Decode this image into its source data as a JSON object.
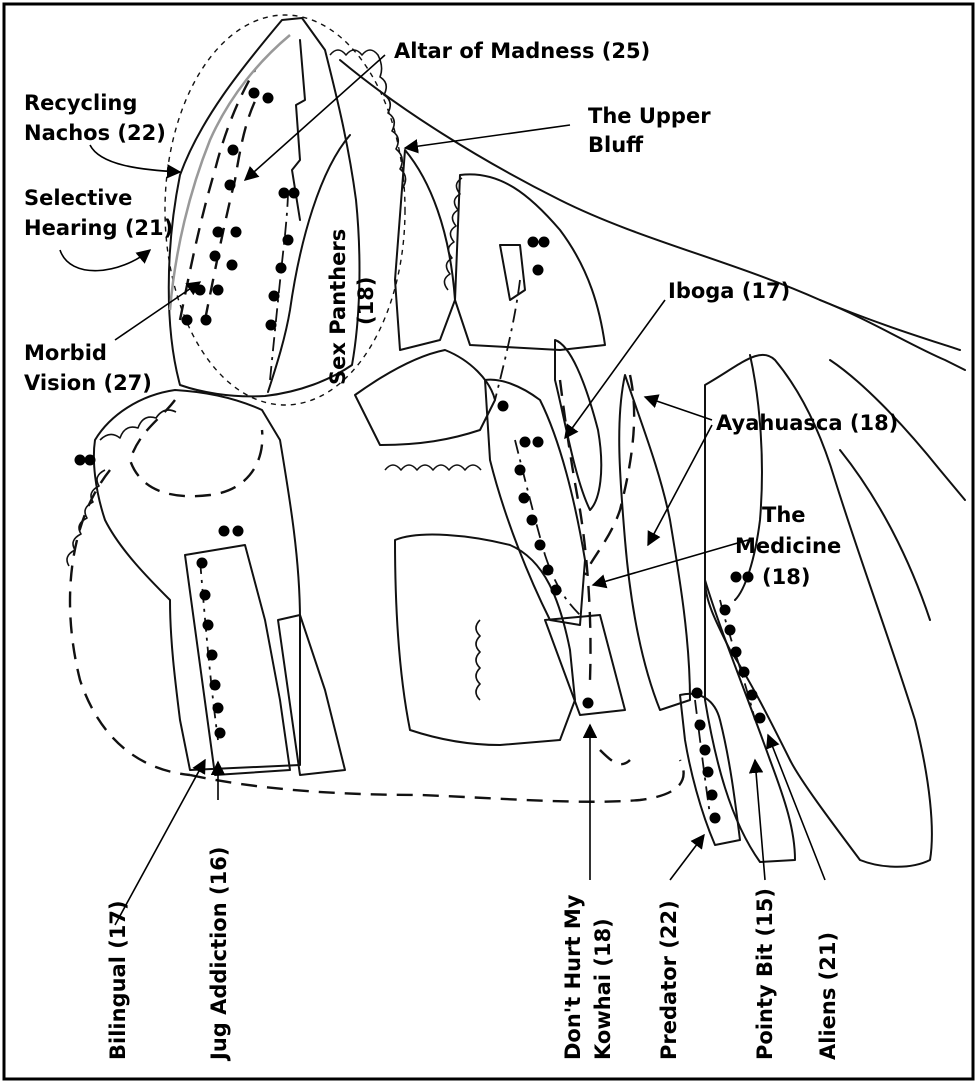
{
  "routes": [
    {
      "id": "altar-of-madness",
      "label": "Altar of Madness (25)"
    },
    {
      "id": "recycling-nachos",
      "label_lines": [
        "Recycling",
        "Nachos (22)"
      ]
    },
    {
      "id": "the-upper-bluff",
      "label_lines": [
        "The Upper",
        "Bluff"
      ]
    },
    {
      "id": "selective-hearing",
      "label_lines": [
        "Selective",
        "Hearing (21)"
      ]
    },
    {
      "id": "sex-panthers",
      "label_lines": [
        "Sex Panthers",
        "(18)"
      ]
    },
    {
      "id": "iboga",
      "label": "Iboga (17)"
    },
    {
      "id": "morbid-vision",
      "label_lines": [
        "Morbid",
        "Vision (27)"
      ]
    },
    {
      "id": "ayahuasca",
      "label": "Ayahuasca (18)"
    },
    {
      "id": "the-medicine",
      "label_lines": [
        "The",
        "Medicine",
        "(18)"
      ]
    },
    {
      "id": "bilingual",
      "label": "Bilingual (17)"
    },
    {
      "id": "jug-addiction",
      "label": "Jug Addiction (16)"
    },
    {
      "id": "dont-hurt-my-kowhai",
      "label_lines": [
        "Don't Hurt My",
        "Kowhai (18)"
      ]
    },
    {
      "id": "predator",
      "label": "Predator (22)"
    },
    {
      "id": "pointy-bit",
      "label": "Pointy Bit (15)"
    },
    {
      "id": "aliens",
      "label": "Aliens (21)"
    }
  ]
}
